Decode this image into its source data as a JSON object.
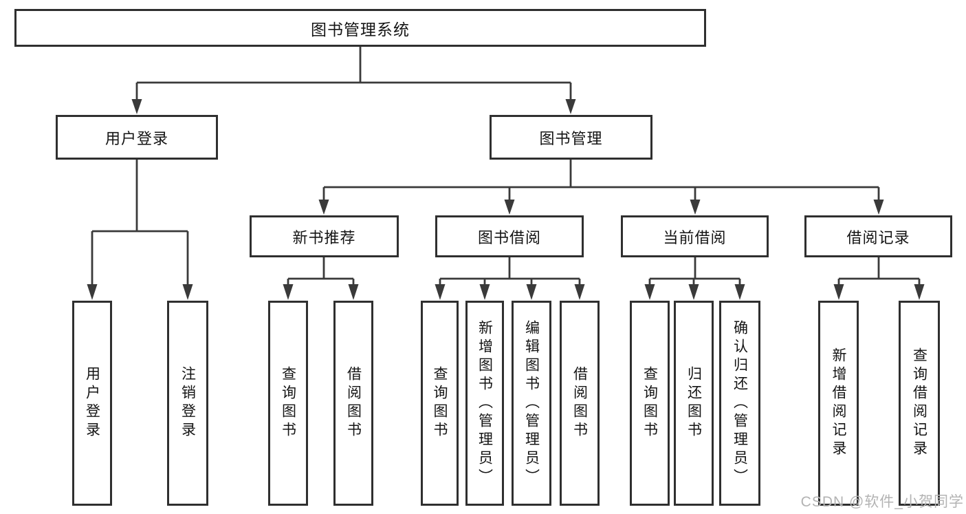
{
  "tree": {
    "label": "图书管理系统",
    "children": [
      {
        "label": "用户登录",
        "children": [
          {
            "label": "用户登录"
          },
          {
            "label": "注销登录"
          }
        ]
      },
      {
        "label": "图书管理",
        "children": [
          {
            "label": "新书推荐",
            "children": [
              {
                "label": "查询图书"
              },
              {
                "label": "借阅图书"
              }
            ]
          },
          {
            "label": "图书借阅",
            "children": [
              {
                "label": "查询图书"
              },
              {
                "label": "新增图书（管理员）"
              },
              {
                "label": "编辑图书（管理员）"
              },
              {
                "label": "借阅图书"
              }
            ]
          },
          {
            "label": "当前借阅",
            "children": [
              {
                "label": "查询图书"
              },
              {
                "label": "归还图书"
              },
              {
                "label": "确认归还（管理员）"
              }
            ]
          },
          {
            "label": "借阅记录",
            "children": [
              {
                "label": "新增借阅记录"
              },
              {
                "label": "查询借阅记录"
              }
            ]
          }
        ]
      }
    ]
  },
  "watermark": "CSDN @软件_小贺同学",
  "colors": {
    "line": "#3a3a3a",
    "border": "#2f2f2f",
    "text": "#141414",
    "bg": "#ffffff",
    "watermark": "#b3b3b3"
  }
}
